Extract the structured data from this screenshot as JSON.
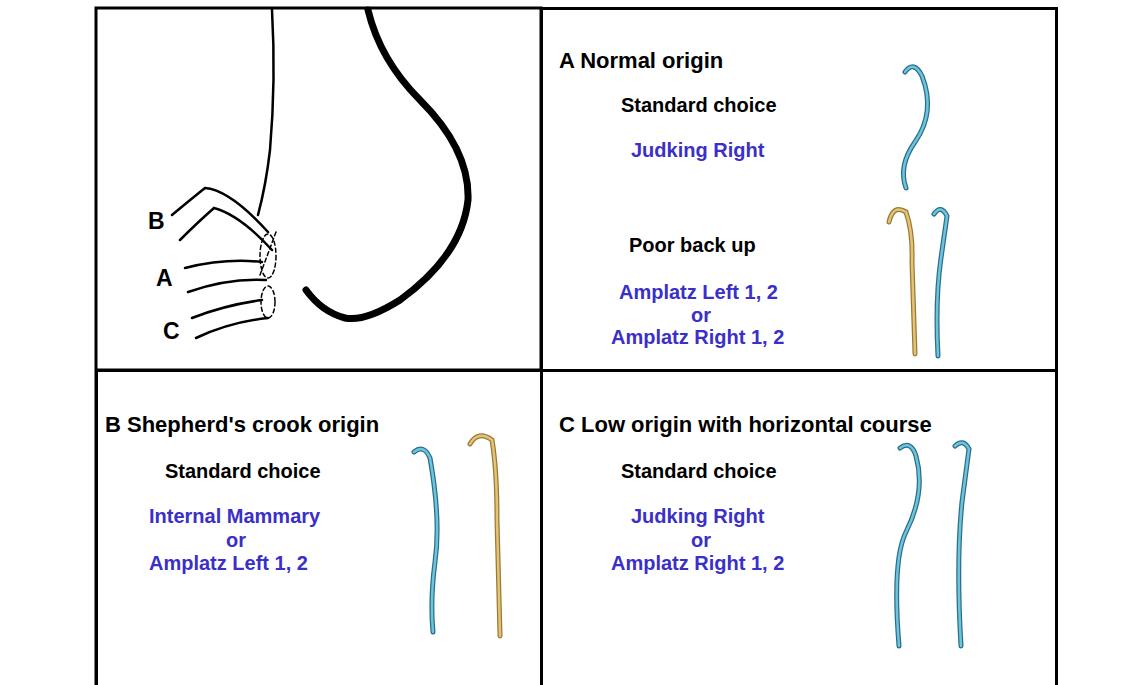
{
  "diagram": {
    "nodes": [
      {
        "text": [
          "A Normal origin",
          "Standard choice",
          "Judking Right",
          "Poor back up",
          "Amplatz Left 1, 2",
          "or",
          "Amplatz Right 1, 2"
        ]
      },
      {
        "text": [
          "B Shepherd's crook origin",
          "Standard choice",
          "Internal Mammary",
          "or",
          "Amplatz Left 1, 2"
        ]
      },
      {
        "text": [
          "C Low origin with horizontal course",
          "Standard choice",
          "Judking Right",
          "or",
          "Amplatz Right 1, 2"
        ]
      }
    ],
    "labels": [
      "B",
      "A",
      "C"
    ]
  }
}
